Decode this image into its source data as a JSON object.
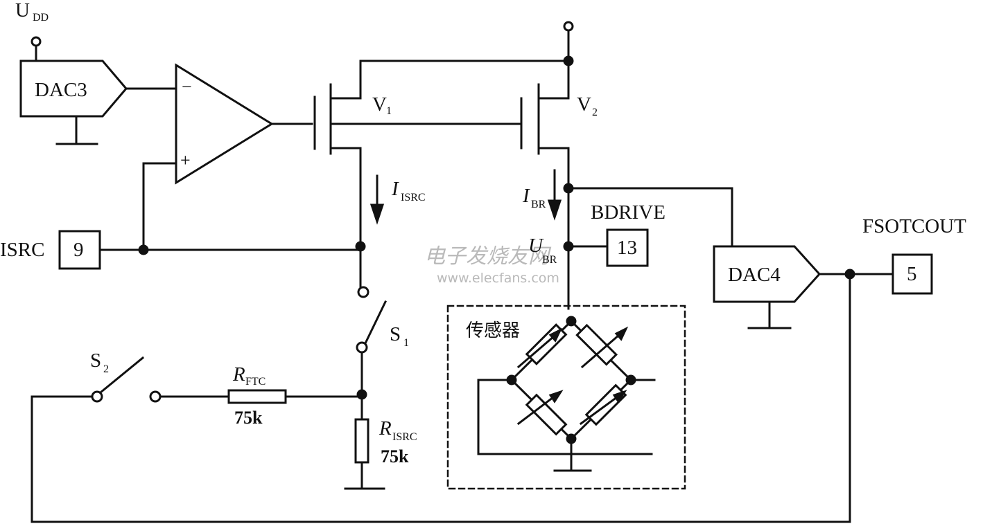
{
  "labels": {
    "udd_main": "U",
    "udd_sub": "DD",
    "dac3": "DAC3",
    "dac4": "DAC4",
    "opamp_minus": "−",
    "opamp_plus": "+",
    "v1_main": "V",
    "v1_sub": "1",
    "v2_main": "V",
    "v2_sub": "2",
    "isrc_current_main": "I",
    "isrc_current_sub": "ISRC",
    "ibr_main": "I",
    "ibr_sub": "BR",
    "ubr_main": "U",
    "ubr_sub": "BR",
    "bdrive": "BDRIVE",
    "fsotcout": "FSOTCOUT",
    "isrc_pin_label": "ISRC",
    "pin_9": "9",
    "pin_13": "13",
    "pin_5": "5",
    "s1_main": "S",
    "s1_sub": "1",
    "s2_main": "S",
    "s2_sub": "2",
    "rftc_main": "R",
    "rftc_sub": "FTC",
    "rftc_value": "75k",
    "risrc_main": "R",
    "risrc_sub": "ISRC",
    "risrc_value": "75k",
    "sensor": "传感器"
  },
  "watermark": {
    "cn": "电子发烧友网",
    "url": "www.elecfans.com"
  },
  "colors": {
    "line": "#111111",
    "watermark": "#b9b9b9"
  }
}
